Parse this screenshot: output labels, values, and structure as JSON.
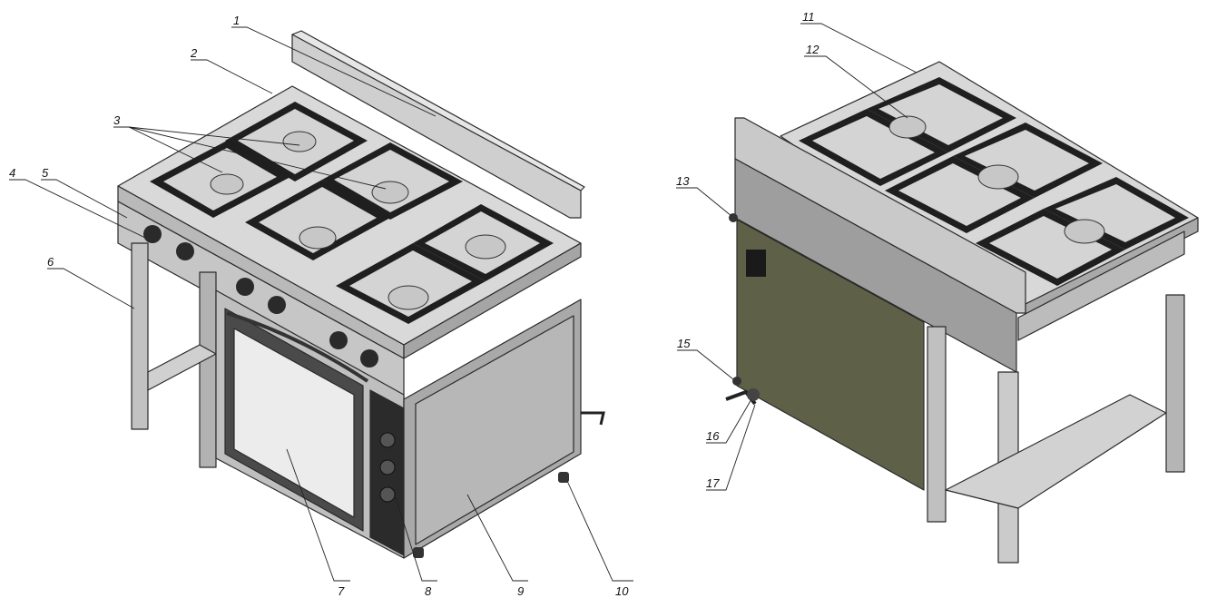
{
  "callouts": {
    "c1": "1",
    "c2": "2",
    "c3": "3",
    "c4": "4",
    "c5": "5",
    "c6": "6",
    "c7": "7",
    "c8": "8",
    "c9": "9",
    "c10": "10",
    "c11": "11",
    "c12": "12",
    "c13": "13",
    "c15": "15",
    "c16": "16",
    "c17": "17"
  },
  "colors": {
    "steel_light": "#d7d7d7",
    "steel_mid": "#bdbdbd",
    "steel_dark": "#8e8e8e",
    "grate": "#1c1c1c",
    "burner": "#c9c9c9",
    "rear_panel": "#5e6148",
    "glass": "#e9e9e9",
    "control_panel": "#2b2b2b"
  }
}
